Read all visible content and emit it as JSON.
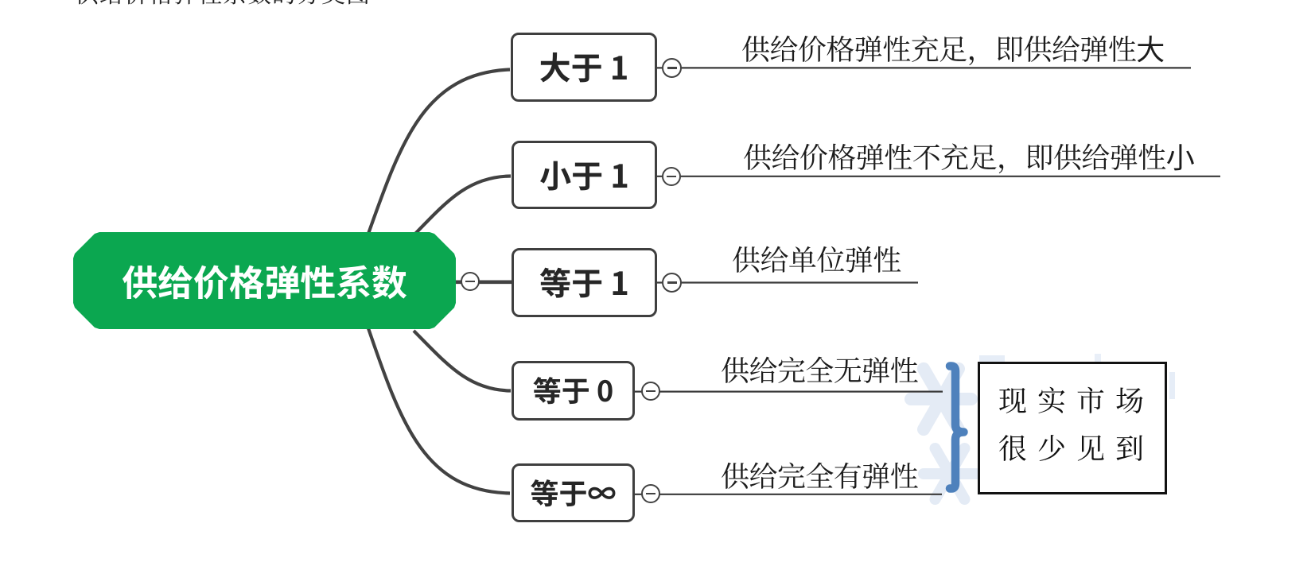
{
  "page": {
    "clipped_title": "供给价格弹性系数的分类图",
    "background_color": "#ffffff"
  },
  "colors": {
    "root_fill": "#0ba750",
    "root_text": "#ffffff",
    "topic_border": "#3f3f3f",
    "topic_text": "#262626",
    "connector": "#424242",
    "brace": "#4e81bc",
    "watermark": "#d9e3f1",
    "annotation_border": "#121212"
  },
  "mindmap": {
    "root": {
      "label": "供给价格弹性系数"
    },
    "collapse_icon": "minus",
    "branches": [
      {
        "topic": "大于 1",
        "note": "供给价格弹性充足，即供给弹性大"
      },
      {
        "topic": "小于 1",
        "note": "供给价格弹性不充足，即供给弹性小"
      },
      {
        "topic": "等于 1",
        "note": "供给单位弹性"
      },
      {
        "topic": "等于 0",
        "note": "供给完全无弹性"
      },
      {
        "topic": "等于∞",
        "note": "供给完全有弹性"
      }
    ],
    "annotation": {
      "lines": [
        "现实市场",
        "很少见到"
      ],
      "text": "现实市场很少见到",
      "applies_to": [
        "等于 0",
        "等于∞"
      ]
    }
  }
}
